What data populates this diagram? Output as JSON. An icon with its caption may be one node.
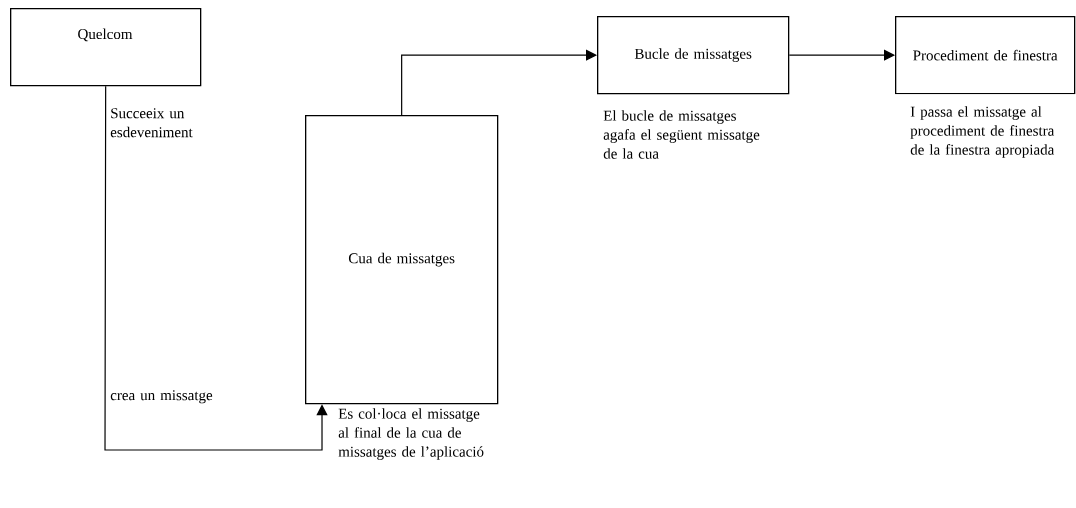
{
  "diagram": {
    "nodes": [
      {
        "text": [
          "Quelcom"
        ]
      },
      {
        "text": [
          "Cua de missatges"
        ],
        "beside": [
          "Es col·loca el missatge al final de la cua de missatges de l’aplicació"
        ]
      },
      {
        "text": [
          "Bucle de missatges"
        ],
        "beside": [
          "El bucle de missatges agafa el següent missatge de la cua"
        ]
      },
      {
        "text": [
          "Procediment de finestra"
        ],
        "beside": [
          "I passa el missatge al procediment de finestra de la finestra apropiada"
        ]
      }
    ],
    "edges": [
      {
        "from": 0,
        "to": 1,
        "arrow": "to"
      },
      {
        "from": 1,
        "to": 2,
        "arrow": "to"
      },
      {
        "from": 2,
        "to": 3,
        "arrow": "to"
      }
    ],
    "labels": [
      "Succeeix un esdeveniment",
      "crea un missatge"
    ]
  }
}
